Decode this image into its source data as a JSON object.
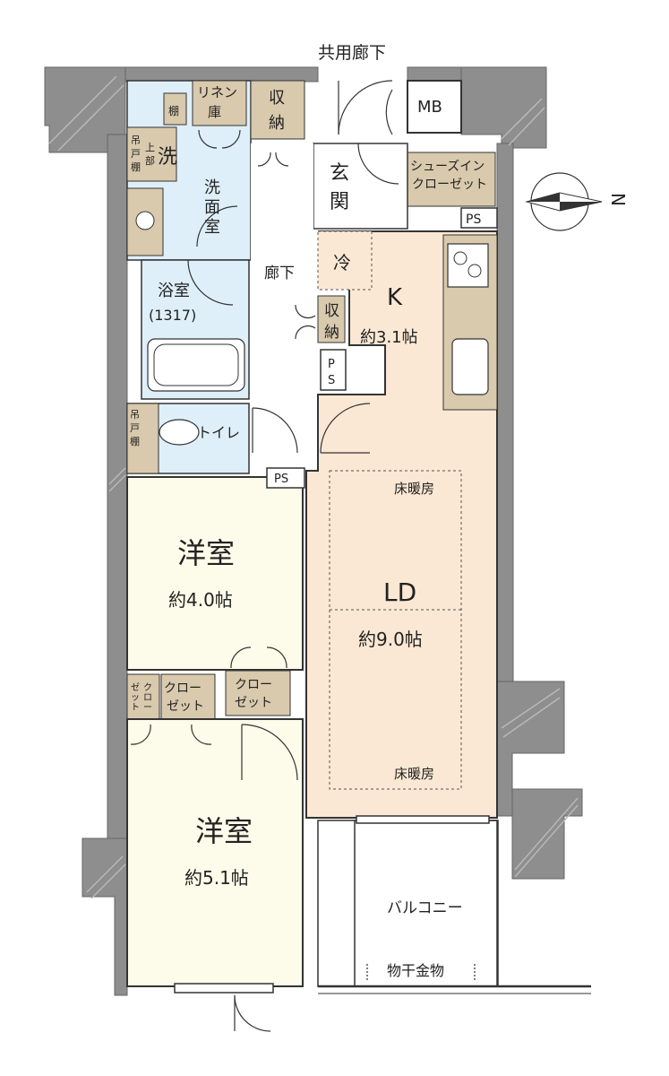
{
  "colors": {
    "wall": "#8e8e8e",
    "wet_area": "#dfeff9",
    "western_room": "#fdfbe9",
    "ldk": "#fbe8d4",
    "storage": "#d9c9ad",
    "outline": "#555555"
  },
  "labels": {
    "corridor_shared": "共用廊下",
    "mb": "MB",
    "linen_1": "リネン",
    "linen_2": "庫",
    "storage_top_1": "収",
    "storage_top_2": "納",
    "shelf": "棚",
    "upper_cab_1": "吊",
    "upper_cab_2": "戸",
    "upper_cab_3": "棚",
    "upper_part_1": "上",
    "upper_part_2": "部",
    "wash": "洗",
    "washroom_1": "洗",
    "washroom_2": "面",
    "washroom_3": "室",
    "entrance_1": "玄",
    "entrance_2": "関",
    "shoes_closet_1": "シューズイン",
    "shoes_closet_2": "クローゼット",
    "ps": "PS",
    "ps_p": "P",
    "ps_s": "S",
    "hallway": "廊下",
    "fridge": "冷",
    "bath": "浴室",
    "bath_size": "(1317)",
    "hall_storage_1": "収",
    "hall_storage_2": "納",
    "kitchen": "K",
    "kitchen_size": "約3.1帖",
    "toilet": "トイレ",
    "floor_heating": "床暖房",
    "ld": "LD",
    "ld_size": "約9.0帖",
    "western1": "洋室",
    "western1_size": "約4.0帖",
    "western2": "洋室",
    "western2_size": "約5.1帖",
    "closet_1": "クロー",
    "closet_2": "ゼット",
    "small_closet_a": "クロー",
    "small_closet_b": "ゼット",
    "balcony": "バルコニー",
    "laundry_hardware": "物干金物",
    "north": "N"
  }
}
